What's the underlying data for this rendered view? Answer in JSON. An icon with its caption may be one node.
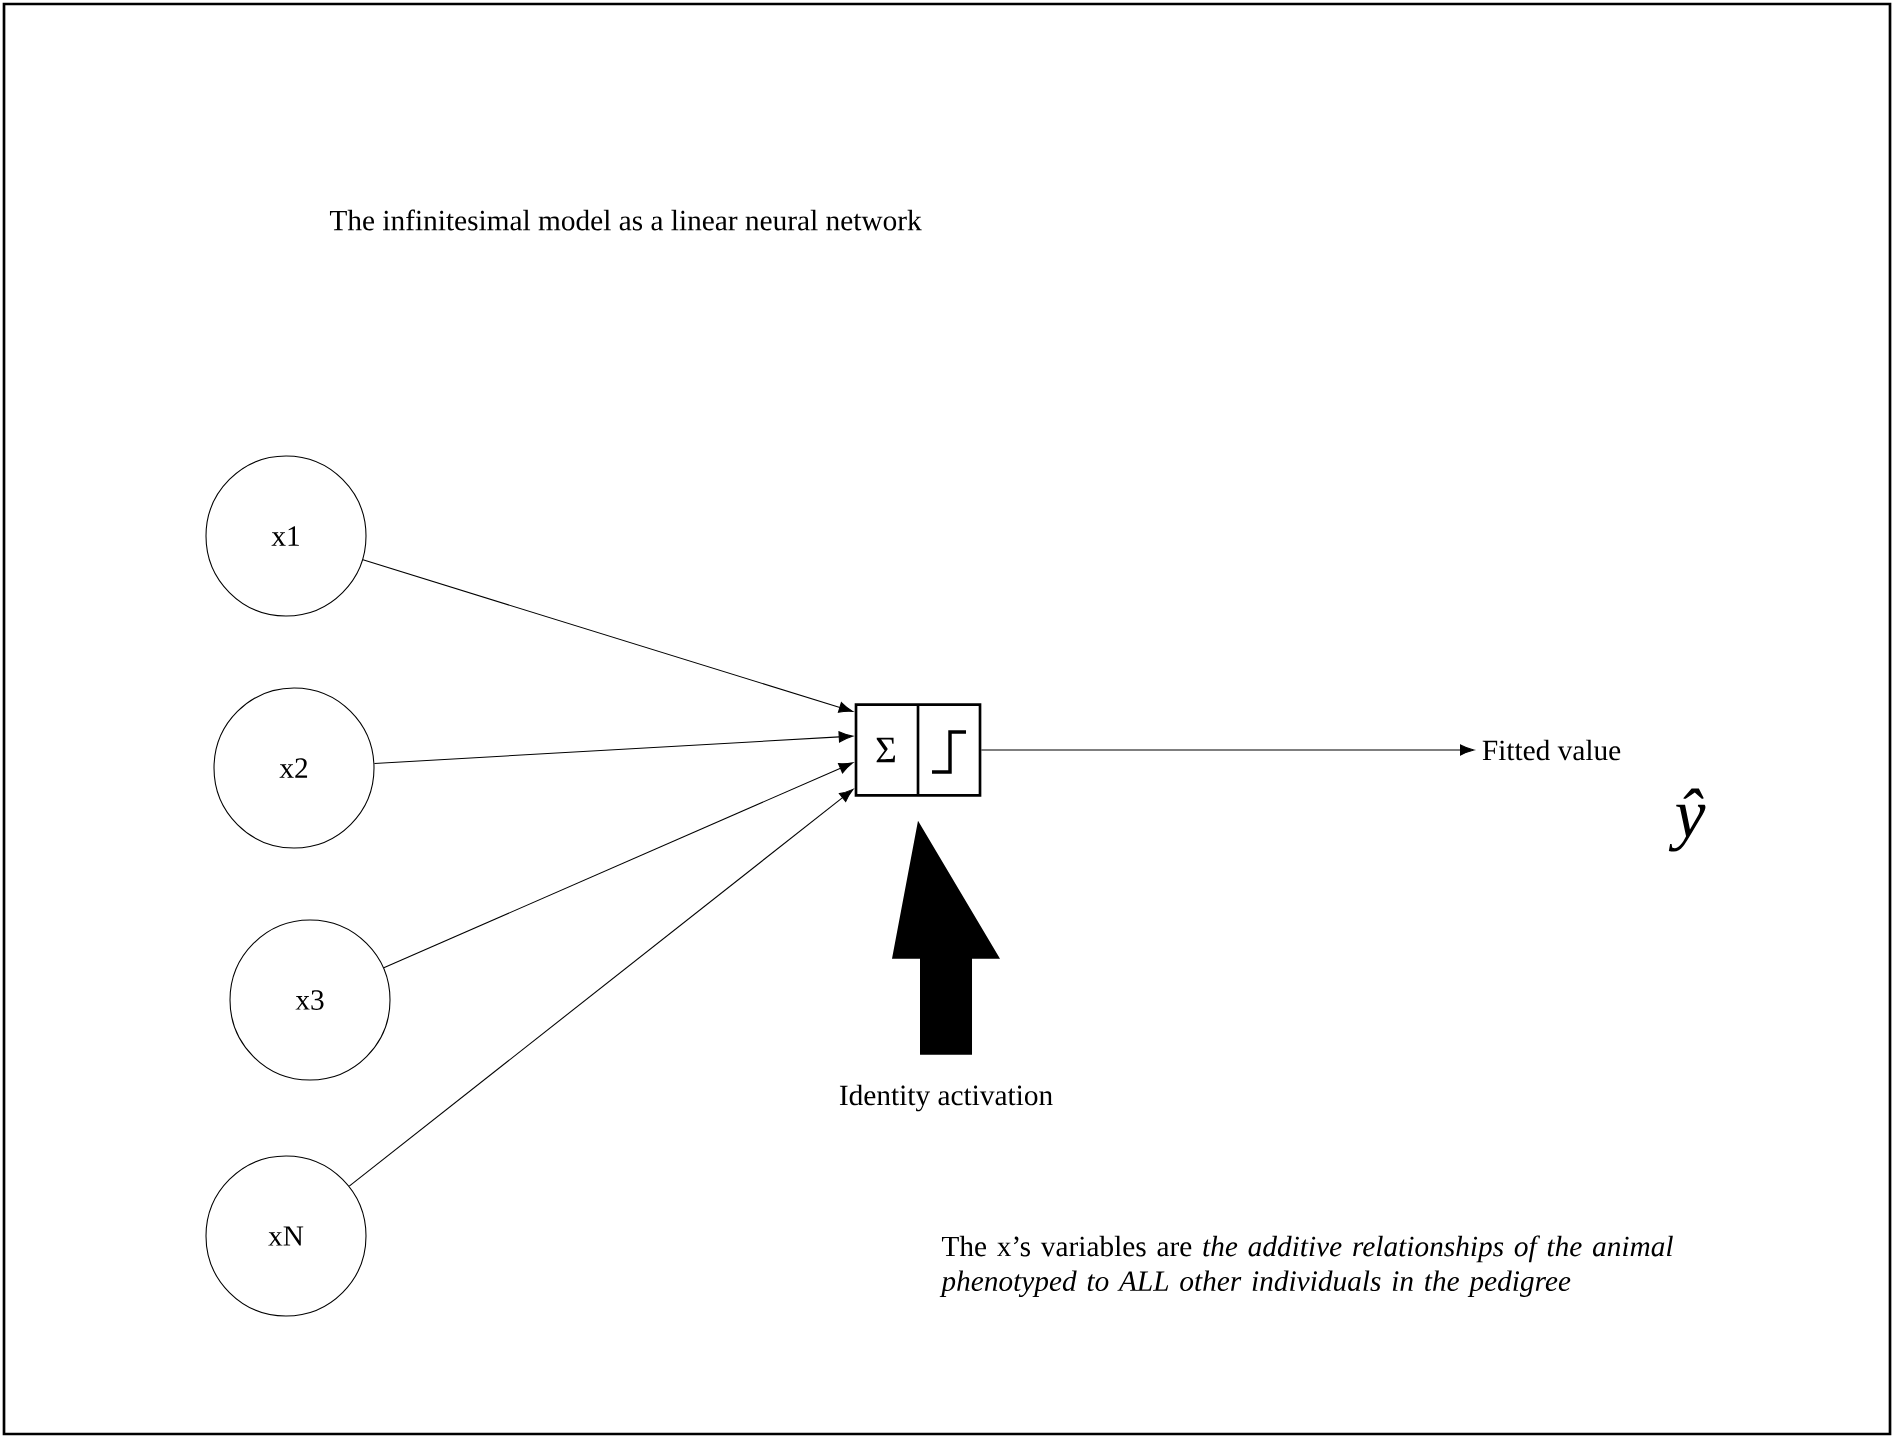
{
  "diagram": {
    "title": "The infinitesimal model as a linear neural network",
    "nodes": [
      {
        "text": [
          "x1"
        ]
      },
      {
        "text": [
          "x2"
        ]
      },
      {
        "text": [
          "x3"
        ]
      },
      {
        "text": [
          "xN"
        ]
      },
      {
        "text": [
          "Σ"
        ]
      },
      {
        "text": [
          "Fitted value"
        ]
      },
      {
        "text": [
          "Identity activation"
        ]
      }
    ],
    "edges": [
      {
        "from": 0,
        "to": 4,
        "arrow": "to"
      },
      {
        "from": 1,
        "to": 4,
        "arrow": "to"
      },
      {
        "from": 2,
        "to": 4,
        "arrow": "to"
      },
      {
        "from": 3,
        "to": 4,
        "arrow": "to"
      },
      {
        "from": 4,
        "to": 5,
        "arrow": "to"
      },
      {
        "from": 6,
        "to": 4,
        "arrow": "to",
        "style": "thick"
      }
    ],
    "labels": [
      "ŷ",
      "The x’s variables are *the additive relationships of the animal phenotyped to ALL other individuals in the pedigree*"
    ]
  }
}
